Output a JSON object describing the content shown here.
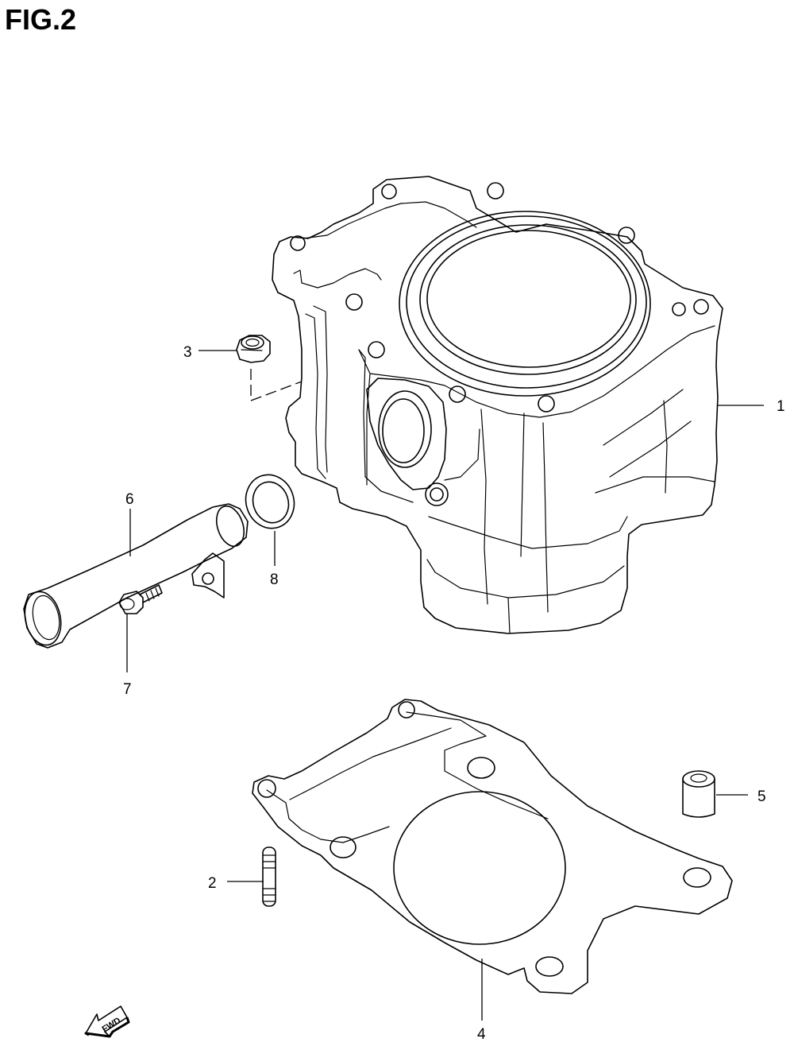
{
  "figure": {
    "title": "FIG.2"
  },
  "callouts": [
    {
      "id": "cylinder",
      "number": "1"
    },
    {
      "id": "stud",
      "number": "2"
    },
    {
      "id": "nut",
      "number": "3"
    },
    {
      "id": "gasket",
      "number": "4"
    },
    {
      "id": "dowel-pin",
      "number": "5"
    },
    {
      "id": "intake-pipe",
      "number": "6"
    },
    {
      "id": "bolt",
      "number": "7"
    },
    {
      "id": "o-ring",
      "number": "8"
    }
  ],
  "direction_arrow": {
    "label": "FWD"
  }
}
